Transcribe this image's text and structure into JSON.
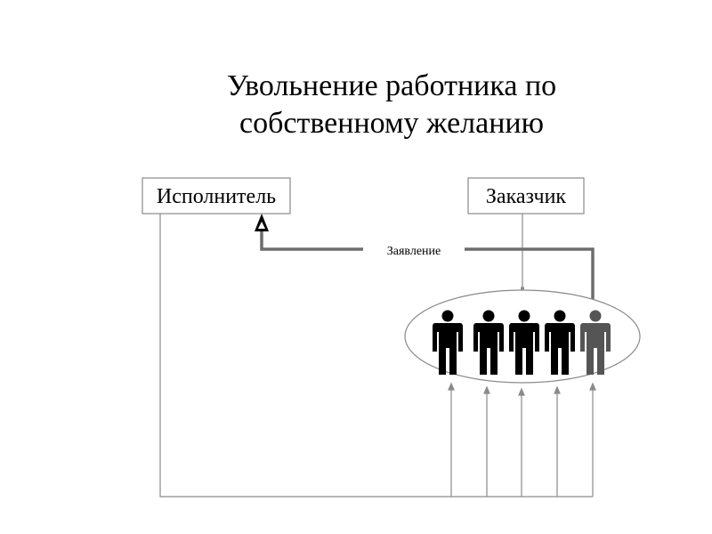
{
  "title": {
    "line1": "Увольнение работника по",
    "line2": "собственному желанию"
  },
  "nodes": {
    "executor": "Исполнитель",
    "customer": "Заказчик"
  },
  "edge": {
    "label": "Заявление"
  },
  "colors": {
    "person_black": "#000000",
    "person_highlight": "#555555",
    "arrow_thick": "#6d6d6d",
    "line": "#8a8a8a"
  },
  "icons": [
    "person-icon",
    "triangle-arrowhead-icon"
  ]
}
